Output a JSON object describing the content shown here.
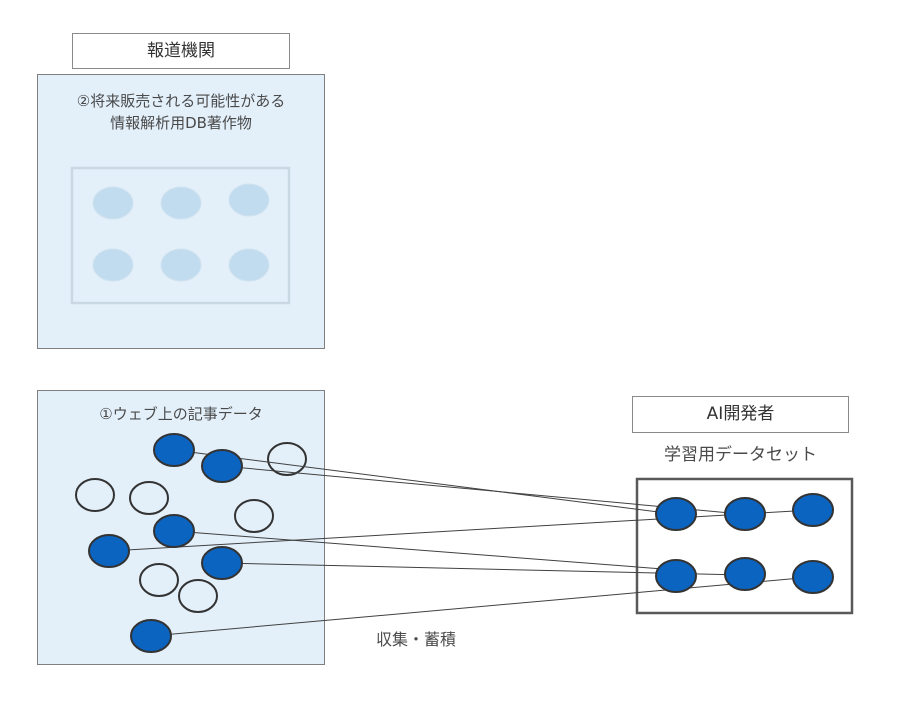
{
  "news": {
    "label": "報道機関",
    "panel_title_line1": "②将来販売される可能性がある",
    "panel_title_line2": "情報解析用DB著作物"
  },
  "web": {
    "panel_title": "①ウェブ上の記事データ"
  },
  "ai": {
    "label": "AI開発者",
    "dataset_title": "学習用データセット"
  },
  "flow_label": "収集・蓄積",
  "colors": {
    "panel_fill": "#e3f0fa",
    "filled_node": "#0b64c0",
    "faded_node": "#c2dcef",
    "outline": "#333333"
  }
}
